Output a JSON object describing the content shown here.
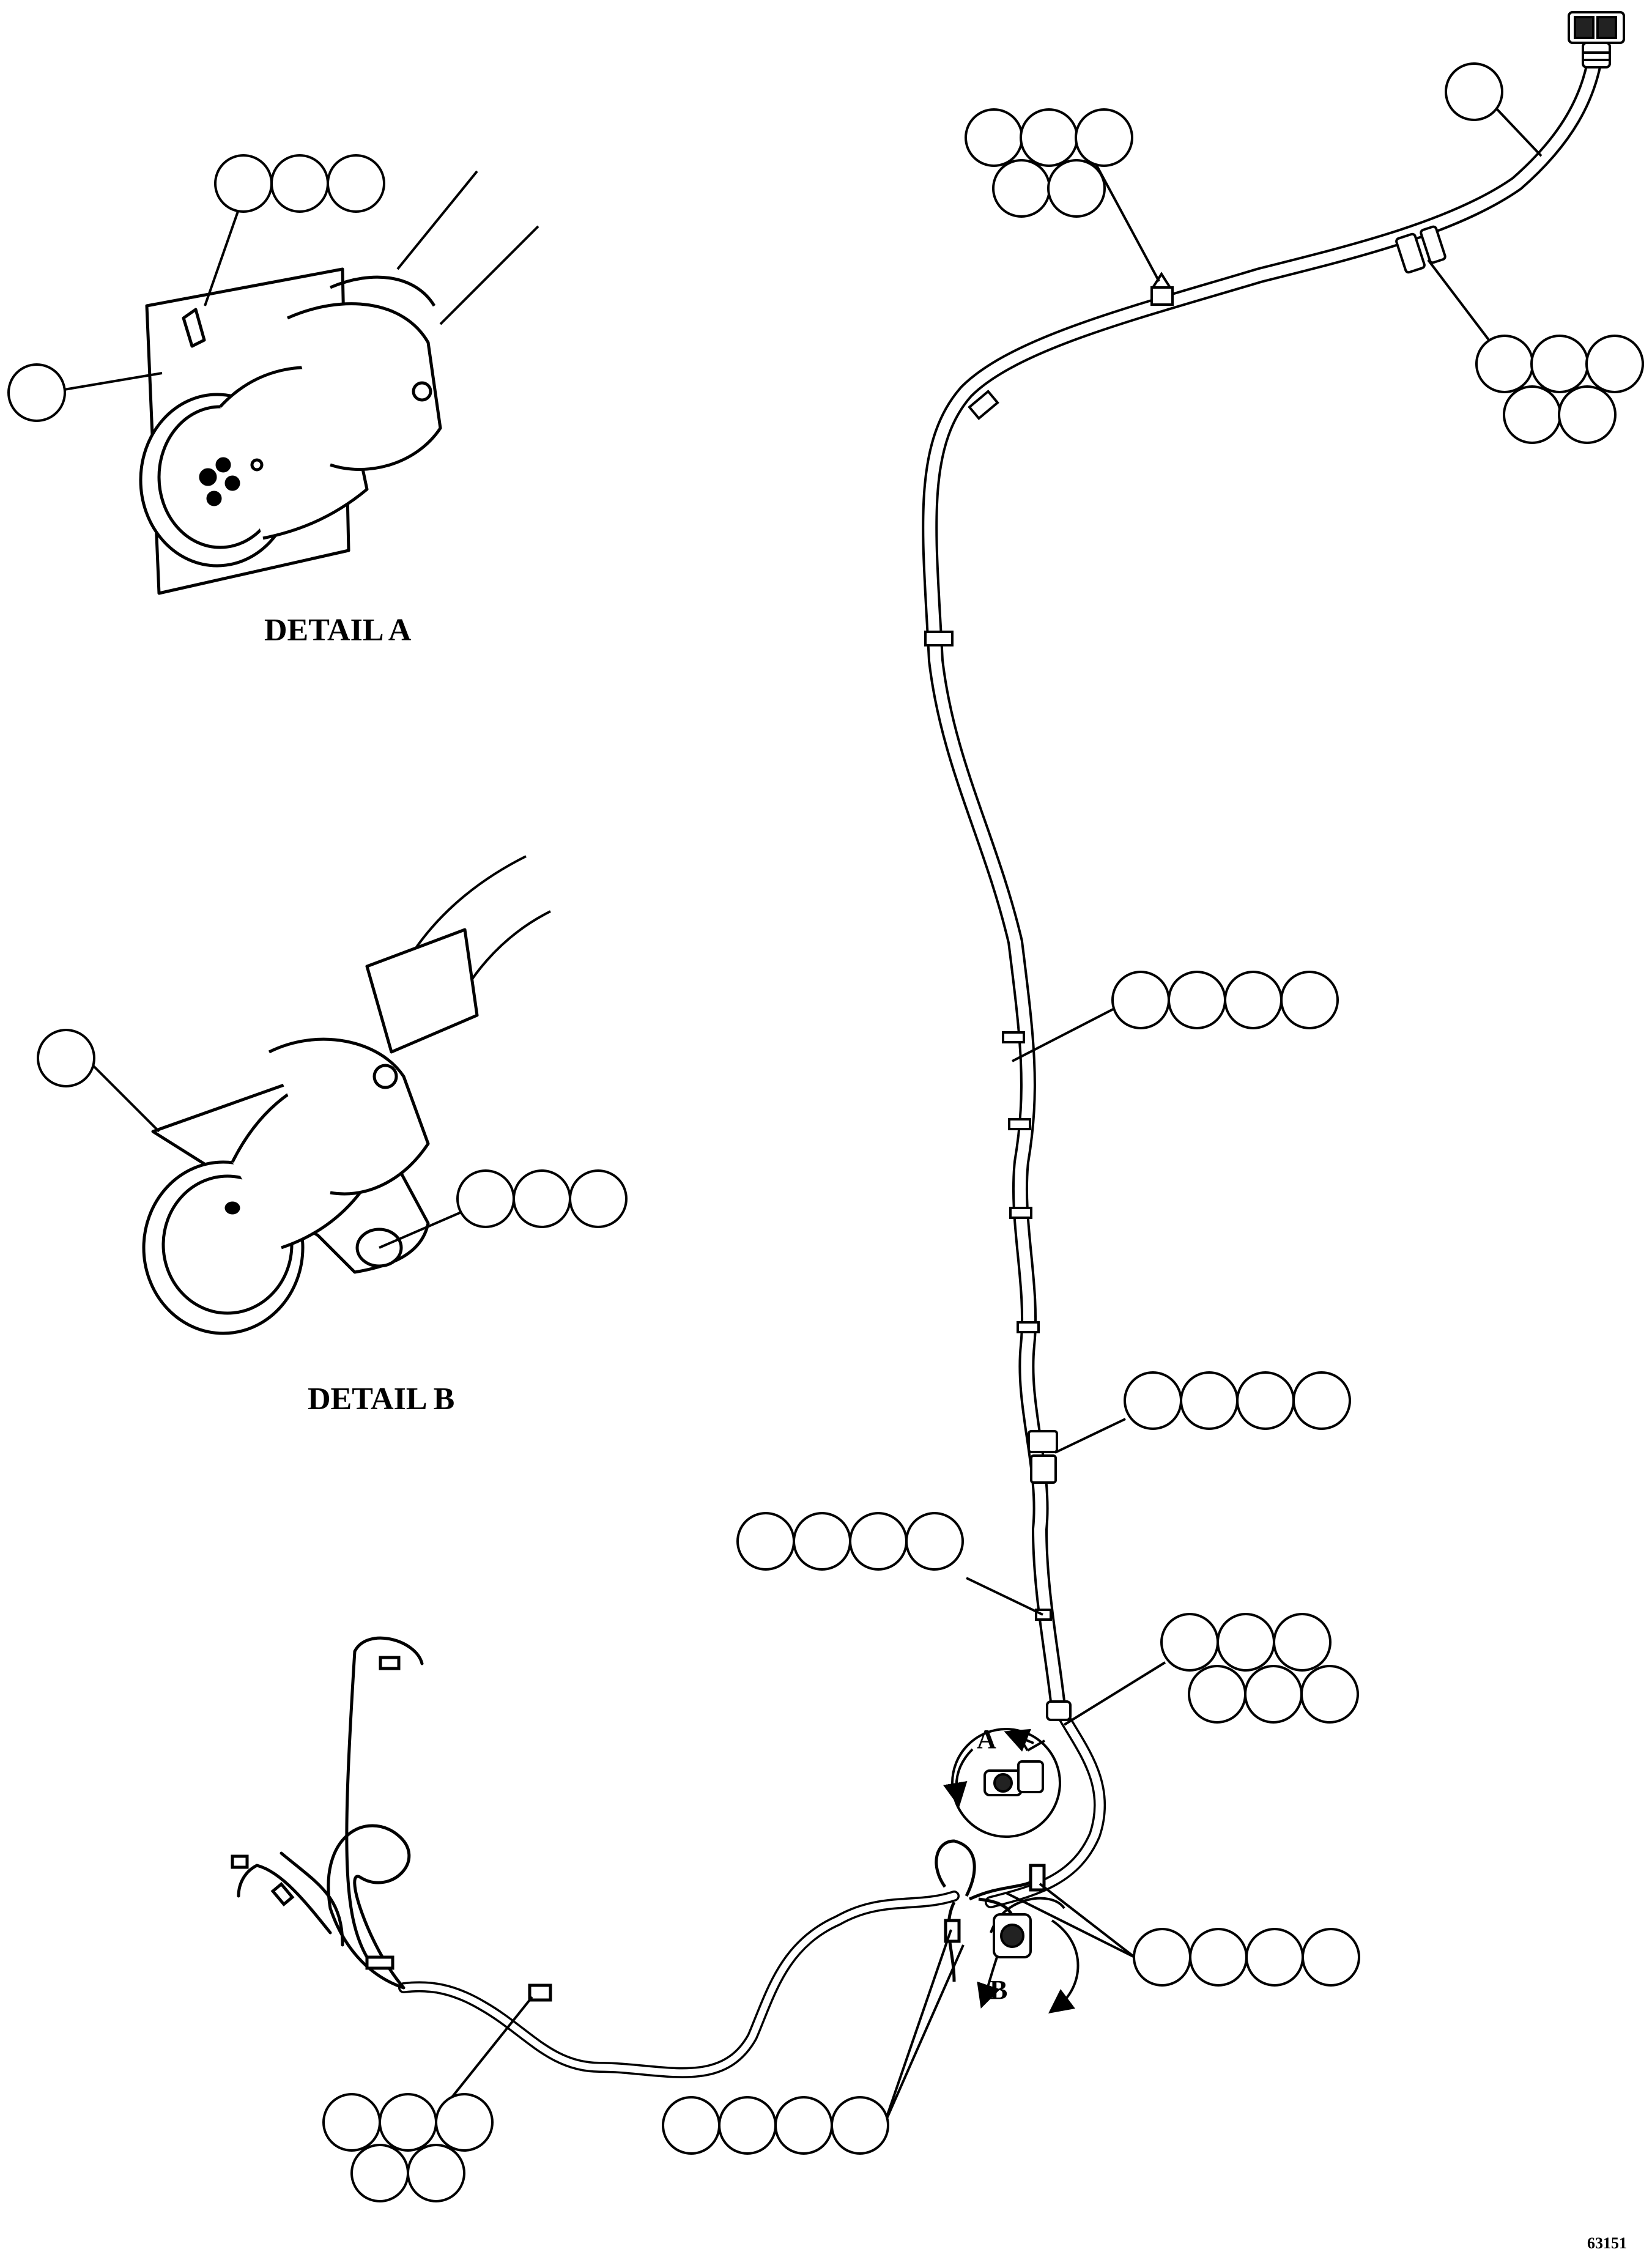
{
  "detail_a": {
    "title": "DETAIL A"
  },
  "detail_b": {
    "title": "DETAIL B"
  },
  "view_labels": {
    "a": "A",
    "b": "B"
  },
  "figure_number": "63151",
  "callouts": [
    {
      "id": "det-a-top",
      "bubbles": 3
    },
    {
      "id": "det-a-left",
      "bubbles": 1
    },
    {
      "id": "det-b-left",
      "bubbles": 1
    },
    {
      "id": "det-b-right",
      "bubbles": 3
    },
    {
      "id": "top-clamp",
      "bubbles": 5
    },
    {
      "id": "top-right-end",
      "bubbles": 1
    },
    {
      "id": "right-clamp",
      "bubbles": 5
    },
    {
      "id": "mid-upper",
      "bubbles": 4
    },
    {
      "id": "mid-lower",
      "bubbles": 4
    },
    {
      "id": "left-mid",
      "bubbles": 4
    },
    {
      "id": "right-lower",
      "bubbles": 6
    },
    {
      "id": "branch-right",
      "bubbles": 4
    },
    {
      "id": "bottom-center",
      "bubbles": 4
    },
    {
      "id": "bottom-left",
      "bubbles": 5
    }
  ],
  "colors": {
    "line": "#000000",
    "background": "#ffffff"
  }
}
